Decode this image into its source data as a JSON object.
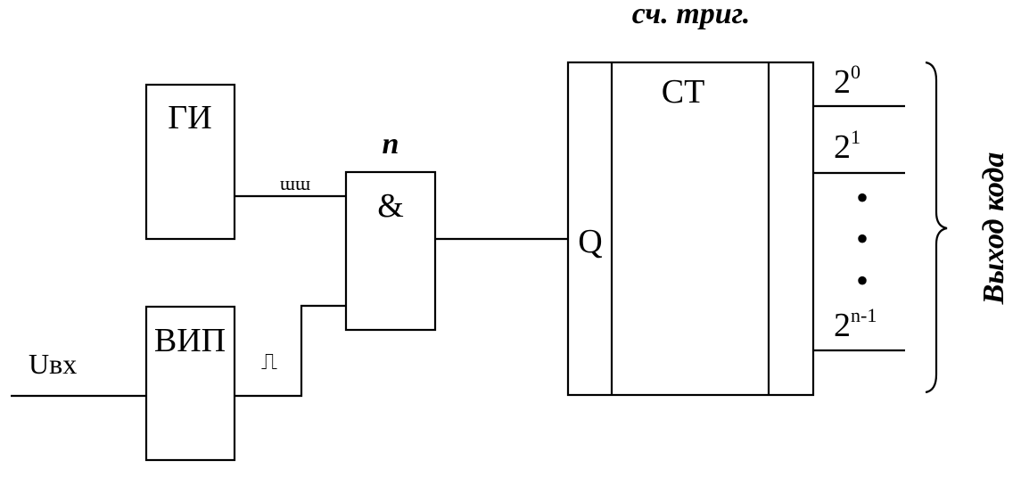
{
  "blocks": {
    "generator": {
      "label": "ГИ"
    },
    "vip": {
      "label": "ВИП"
    },
    "and_gate": {
      "symbol": "&",
      "label": "n"
    },
    "counter": {
      "title": "сч. триг.",
      "label": "СТ",
      "input": "Q"
    }
  },
  "input_signal": "Uвх",
  "signal_marks": {
    "pulse_train": "ɯɯ",
    "gate_pulse": "⎍"
  },
  "outputs": [
    {
      "base": "2",
      "exp": "0"
    },
    {
      "base": "2",
      "exp": "1"
    },
    {
      "base": "2",
      "exp": "n-1"
    }
  ],
  "ellipsis": [
    "•",
    "•",
    "•"
  ],
  "output_label": "Выход кода"
}
